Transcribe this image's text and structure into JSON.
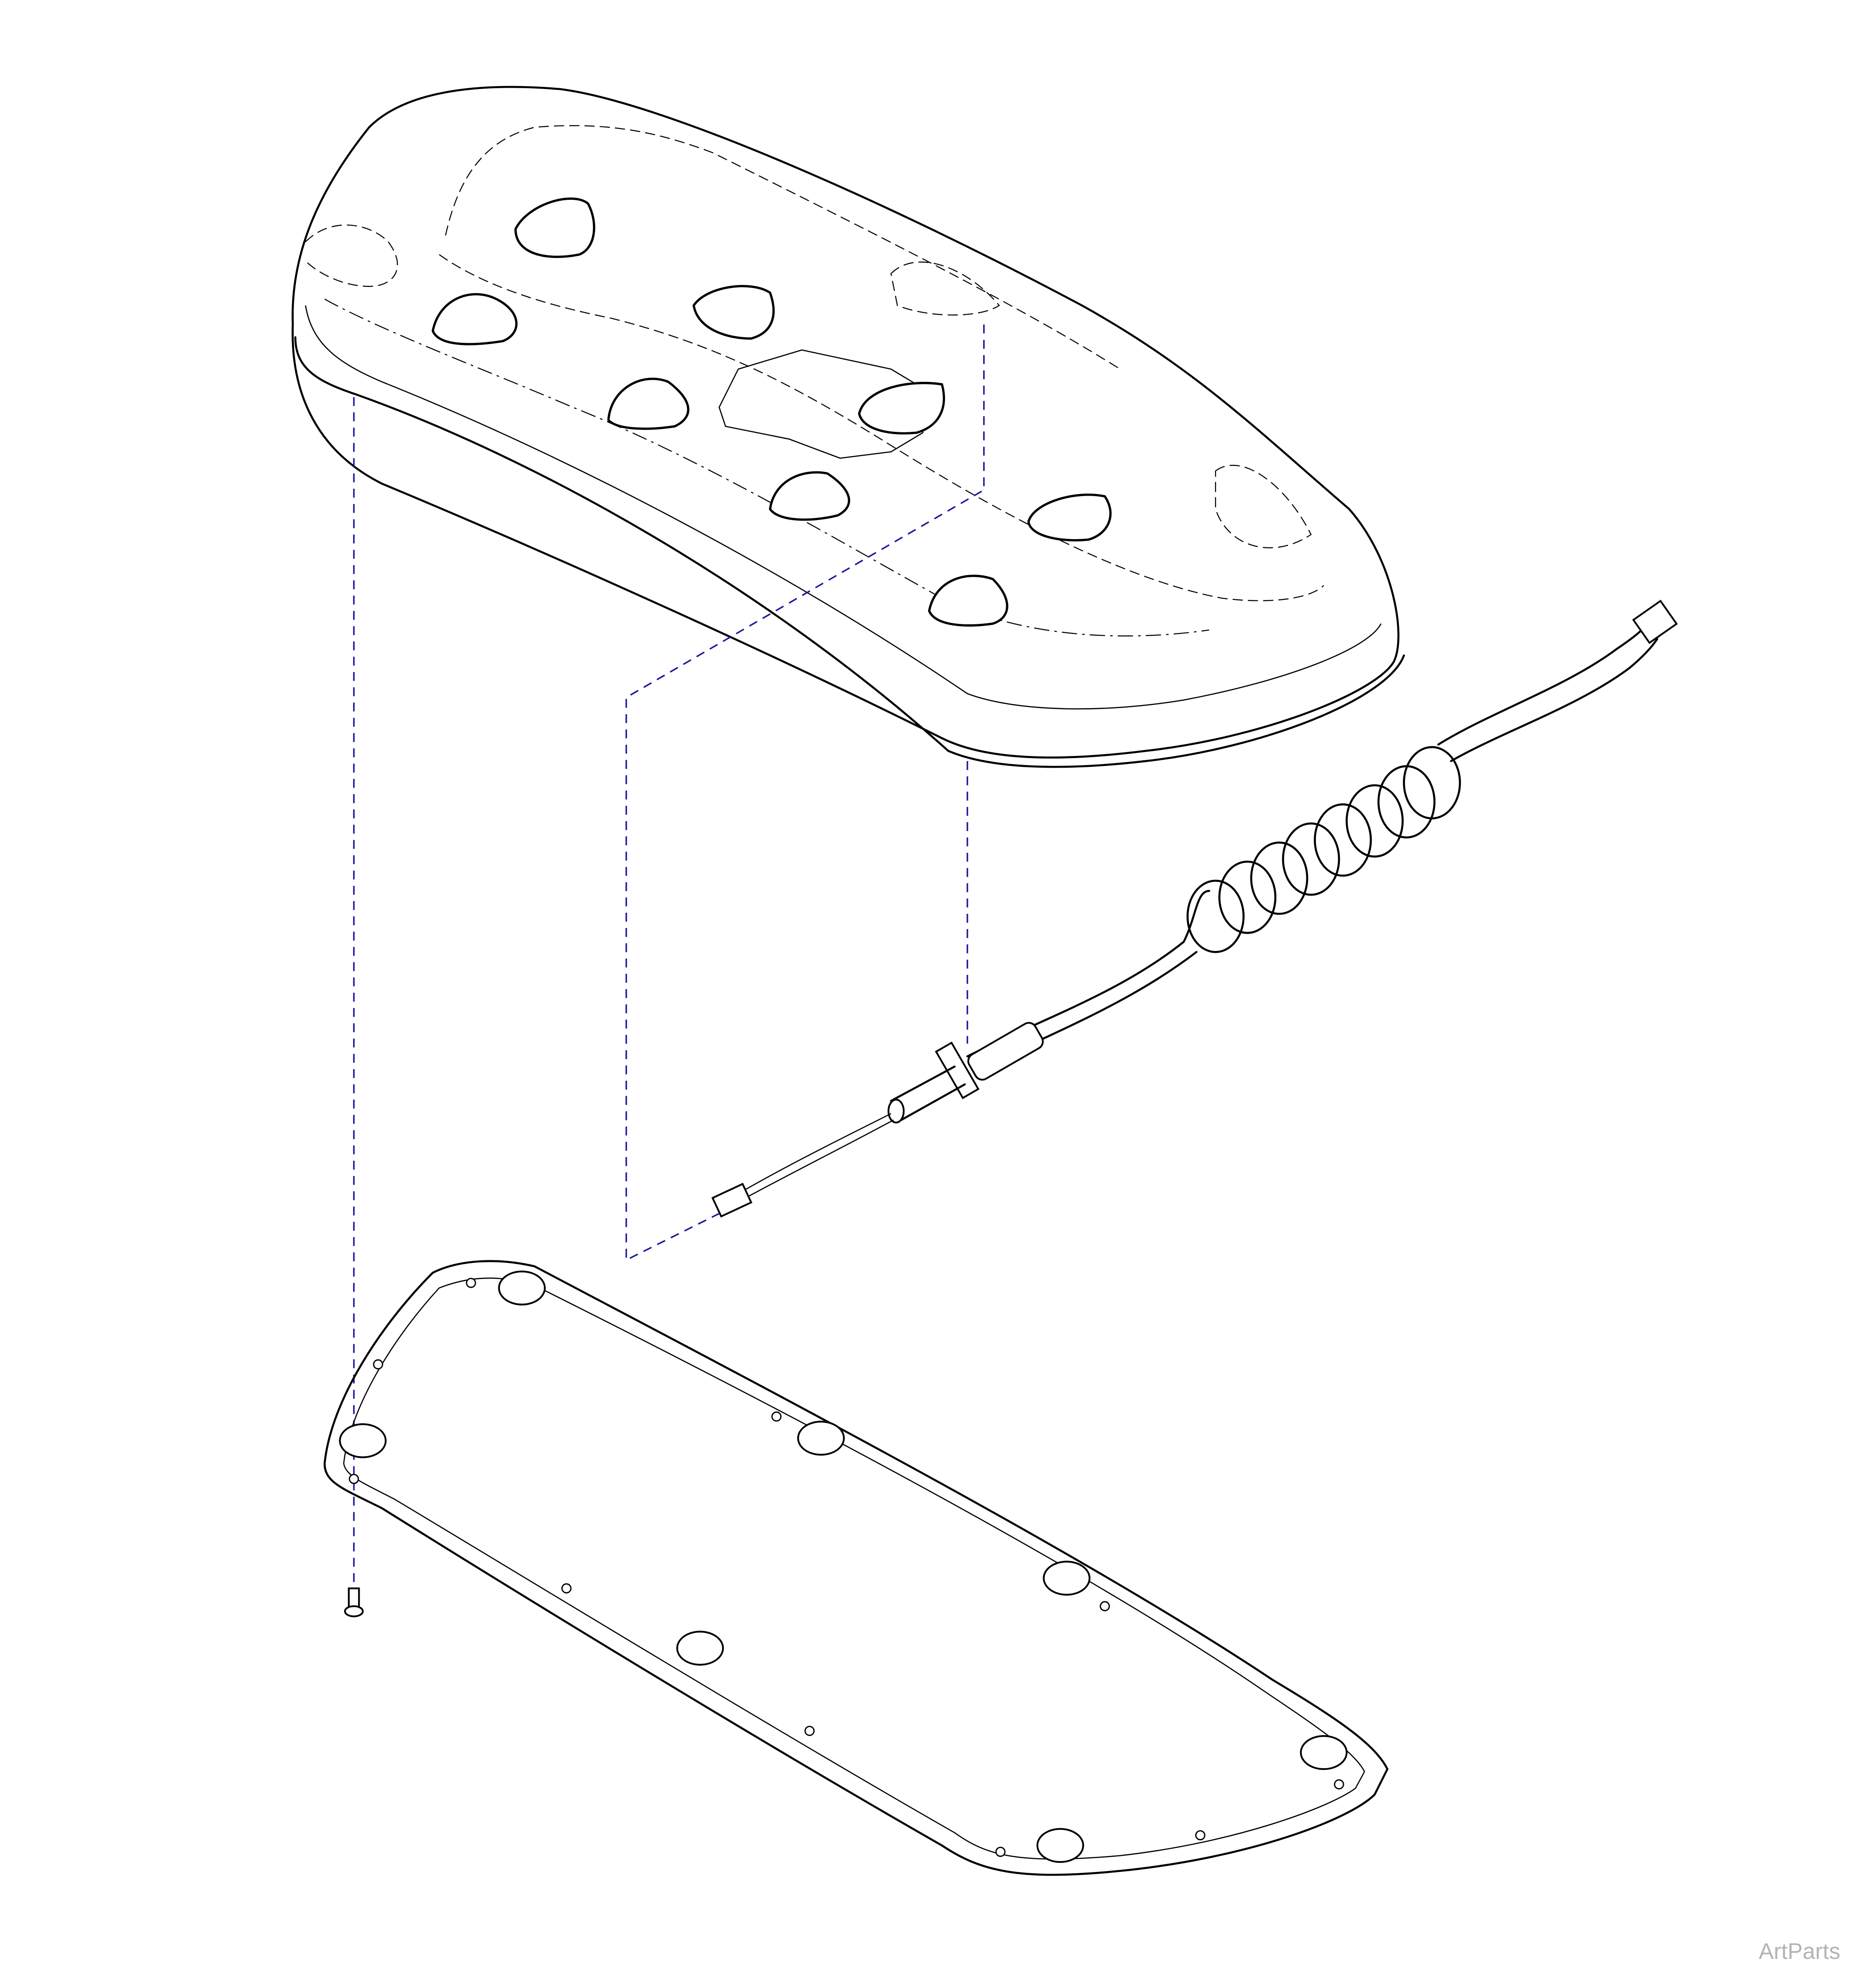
{
  "diagram": {
    "type": "exploded-parts-view",
    "parts": [
      "foot-control-cover",
      "coiled-cable-with-connectors",
      "base-plate",
      "screw"
    ],
    "leader_line_color": "#1a1aa0"
  },
  "credit": {
    "text": "ArtParts",
    "color": "#b4b4b4"
  }
}
